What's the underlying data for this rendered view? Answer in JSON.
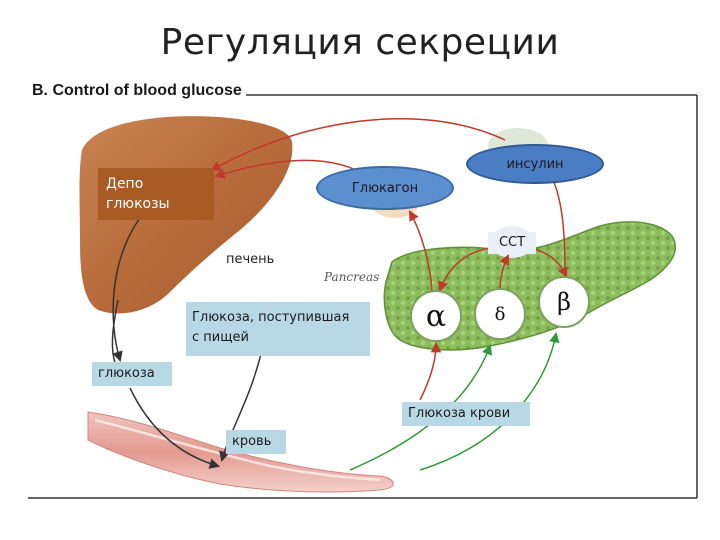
{
  "slide": {
    "title": "Регуляция секреции",
    "frame_label": "B. Control of blood glucose"
  },
  "labels": {
    "depot": "Депо\nглюкозы",
    "glucagon": "Глюкагон",
    "insulin": "инсулин",
    "liver": "печень",
    "pancreas": "Pancreas",
    "sst": "ССТ",
    "food_glucose": "Глюкоза, поступившая\nс пищей",
    "glucose": "глюкоза",
    "blood_glucose": "Глюкоза крови",
    "blood": "кровь"
  },
  "cells": {
    "alpha": "α",
    "delta": "δ",
    "beta": "β"
  },
  "colors": {
    "liver": "#b96a36",
    "depot_box": "#a85c24",
    "glucagon_fill": "#5b8fd0",
    "insulin_fill": "#4a7dc4",
    "label_bg": "#b9d8e6",
    "pancreas": "#7fb24e",
    "red_arrow": "#c0392b",
    "green_arrow": "#2e9a3a",
    "dark_arrow": "#333333",
    "vessel": "#e6a7a0"
  }
}
